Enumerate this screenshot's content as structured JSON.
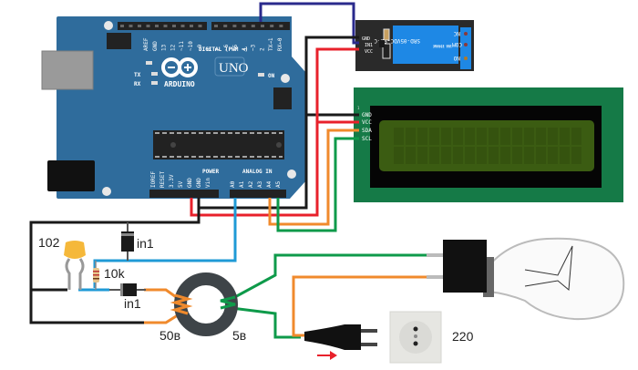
{
  "arduino": {
    "brand": "ARDUINO",
    "model": "UNO",
    "digital_header": "DIGITAL (PWM ~)",
    "power_header": "POWER",
    "analog_header": "ANALOG IN",
    "on_label": "ON",
    "tx_label": "TX",
    "rx_label": "RX",
    "digital_pins": [
      "AREF",
      "GND",
      "13",
      "12",
      "~11",
      "~10",
      "~9",
      "8",
      "7",
      "~6",
      "~5",
      "4",
      "~3",
      "2",
      "TX→1",
      "RX←0"
    ],
    "power_pins": [
      "IOREF",
      "RESET",
      "3.3V",
      "5V",
      "GND",
      "GND",
      "Vin"
    ],
    "analog_pins": [
      "A0",
      "A1",
      "A2",
      "A3",
      "A4",
      "A5"
    ]
  },
  "relay": {
    "model": "SRD-05VDC-SL-C",
    "specs": [
      "10A 250VAC",
      "10A 125VAC",
      "10A 30VDC",
      "10A 28VDC"
    ],
    "input_pins": [
      "GND",
      "IN1",
      "VCC"
    ],
    "output_pins": [
      "NC",
      "COM",
      "NO"
    ]
  },
  "lcd": {
    "pin_index": "1",
    "pins": [
      "GND",
      "VCC",
      "SDA",
      "SCL"
    ]
  },
  "components": {
    "capacitor_label": "102",
    "resistor_label": "10k",
    "diode_top_label": "in1",
    "diode_bottom_label": "in1",
    "transformer_primary_label": "50в",
    "transformer_secondary_label": "5в",
    "mains_label": "220"
  },
  "colors": {
    "board": "#2f6c9c",
    "wire_black": "#1a1a1a",
    "wire_red": "#e8212b",
    "wire_blue": "#2a2a8c",
    "wire_lightblue": "#1f9ad6",
    "wire_orange": "#f08a2c",
    "wire_green": "#0e9a4a",
    "lcd_pcb": "#157a47",
    "lcd_screen": "#3b5c12",
    "relay_body": "#2a2a2a",
    "relay_blue": "#1e88e5",
    "capacitor": "#f5b83a",
    "arrow": "#e8212b"
  }
}
